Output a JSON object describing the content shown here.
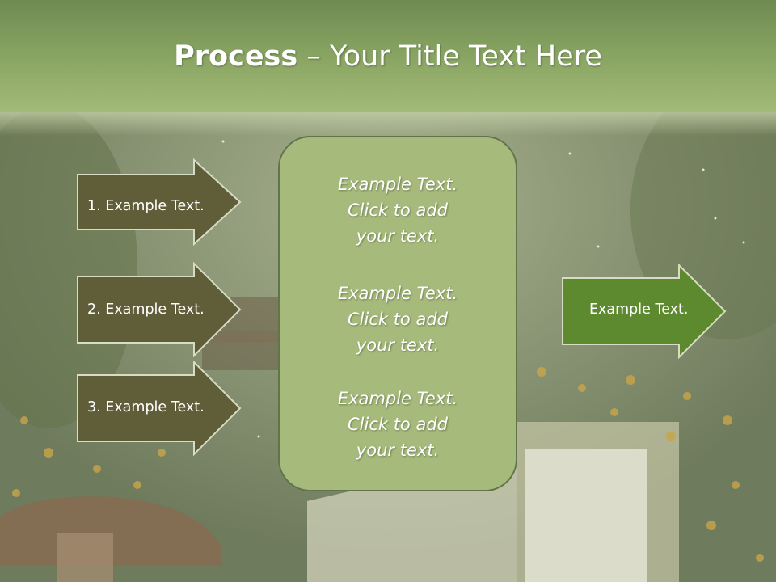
{
  "slide": {
    "title_bold": "Process",
    "title_rest": " – Your Title Text Here"
  },
  "steps": [
    {
      "label": "1. Example Text."
    },
    {
      "label": "2. Example Text."
    },
    {
      "label": "3. Example Text."
    }
  ],
  "center_box": {
    "paragraphs": [
      [
        "Example Text.",
        "Click  to add",
        "your text."
      ],
      [
        "Example Text.",
        "Click  to add",
        "your text."
      ],
      [
        "Example Text.",
        "Click  to add",
        "your text."
      ]
    ]
  },
  "result_arrow": {
    "label": "Example Text."
  },
  "colors": {
    "dark_arrow": "#5f5e38",
    "green_arrow": "#5d8a2f",
    "center_box": "#a6bb7b",
    "header": "#86a260"
  }
}
